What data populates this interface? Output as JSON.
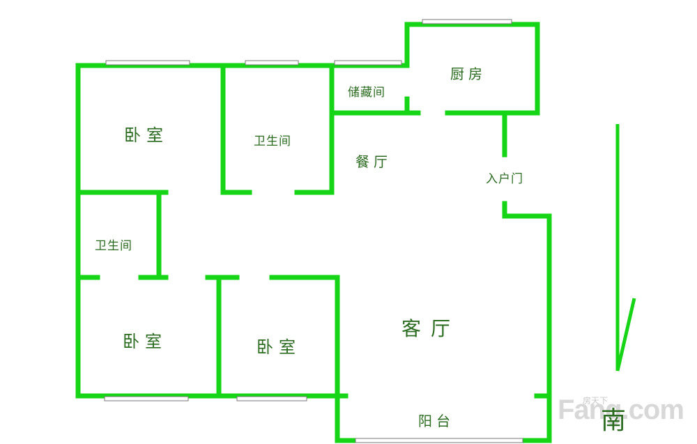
{
  "rooms": {
    "bedroom_nw": "卧室",
    "bathroom_n": "卫生间",
    "storage": "储藏间",
    "kitchen": "厨房",
    "dining": "餐厅",
    "entry_door": "入户门",
    "bathroom_w": "卫生间",
    "bedroom_sw": "卧室",
    "bedroom_s": "卧室",
    "living": "客厅",
    "balcony": "阳台"
  },
  "compass": {
    "direction": "南"
  },
  "watermark": {
    "brand": "Fang.com",
    "brand_cn": "房天下"
  },
  "colors": {
    "wall": "#16d416",
    "text": "#2a6b1f",
    "window": "#777777"
  }
}
